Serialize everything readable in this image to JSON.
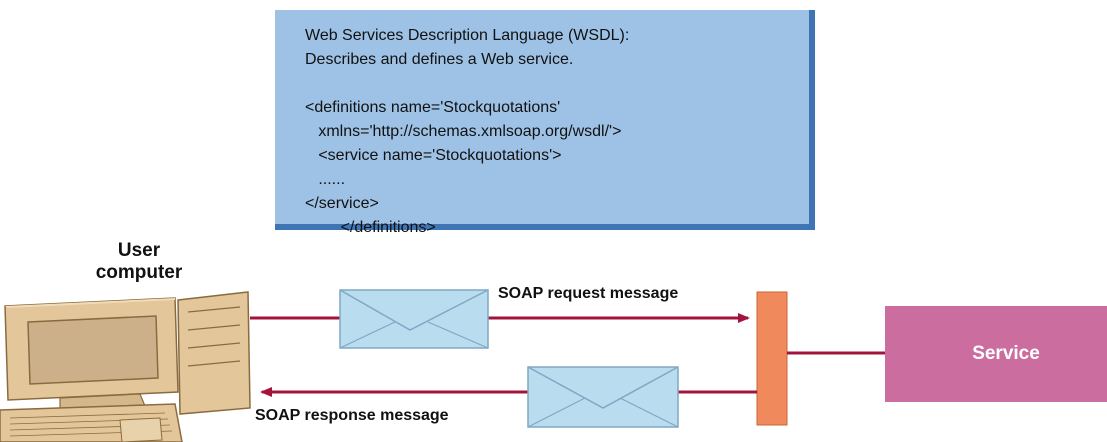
{
  "wsdl_box": {
    "lines": [
      "Web Services Description Language (WSDL):",
      "Describes and defines a Web service.",
      "",
      "<definitions name='Stockquotations'",
      "   xmlns='http://schemas.xmlsoap.org/wsdl/'>",
      "   <service name='Stockquotations'>",
      "   ......",
      "</service>",
      "        </definitions>"
    ]
  },
  "user_computer": {
    "label_line1": "User",
    "label_line2": "computer"
  },
  "request": {
    "label": "SOAP request message"
  },
  "response": {
    "label": "SOAP response message"
  },
  "service": {
    "label": "Service"
  },
  "colors": {
    "arrow": "#a3143c",
    "wsdl_fill": "#9ec2e6",
    "wsdl_border": "#3f74b5",
    "envelope": "#b9dcef",
    "gateway": "#f08a5c",
    "service": "#cc6d9f",
    "computer": "#e3c79a"
  },
  "icons": [
    "computer-icon",
    "envelope-icon",
    "gateway-block"
  ]
}
